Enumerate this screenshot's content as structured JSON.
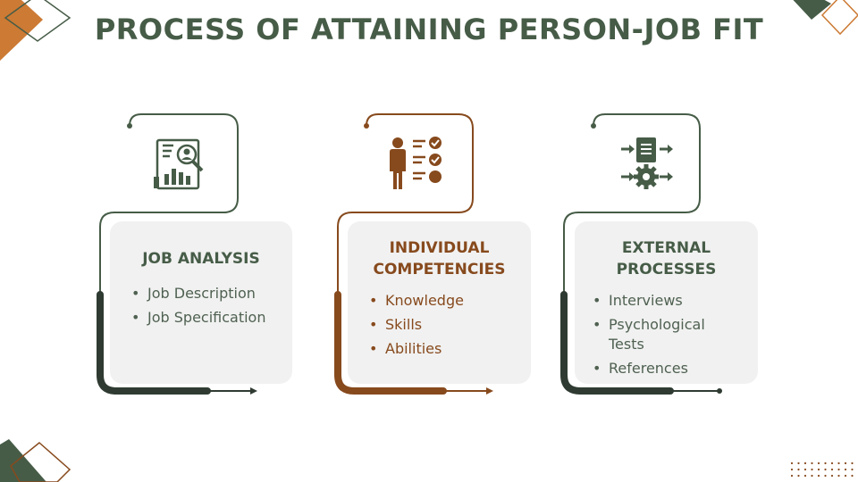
{
  "title": "PROCESS OF ATTAINING PERSON-JOB FIT",
  "colors": {
    "green": "#465c47",
    "brown": "#874a1d",
    "orange": "#cc7a34",
    "dark": "#2f3b32",
    "card": "#f1f1f1",
    "text": "#4f6151"
  },
  "steps": [
    {
      "title": "JOB ANALYSIS",
      "icon": "job-analysis-icon",
      "items": [
        "Job Description",
        "Job Specification"
      ]
    },
    {
      "title": "INDIVIDUAL COMPETENCIES",
      "icon": "person-checklist-icon",
      "items": [
        "Knowledge",
        "Skills",
        "Abilities"
      ]
    },
    {
      "title": "EXTERNAL PROCESSES",
      "icon": "process-gear-icon",
      "items": [
        "Interviews",
        "Psychological Tests",
        "References"
      ]
    }
  ]
}
